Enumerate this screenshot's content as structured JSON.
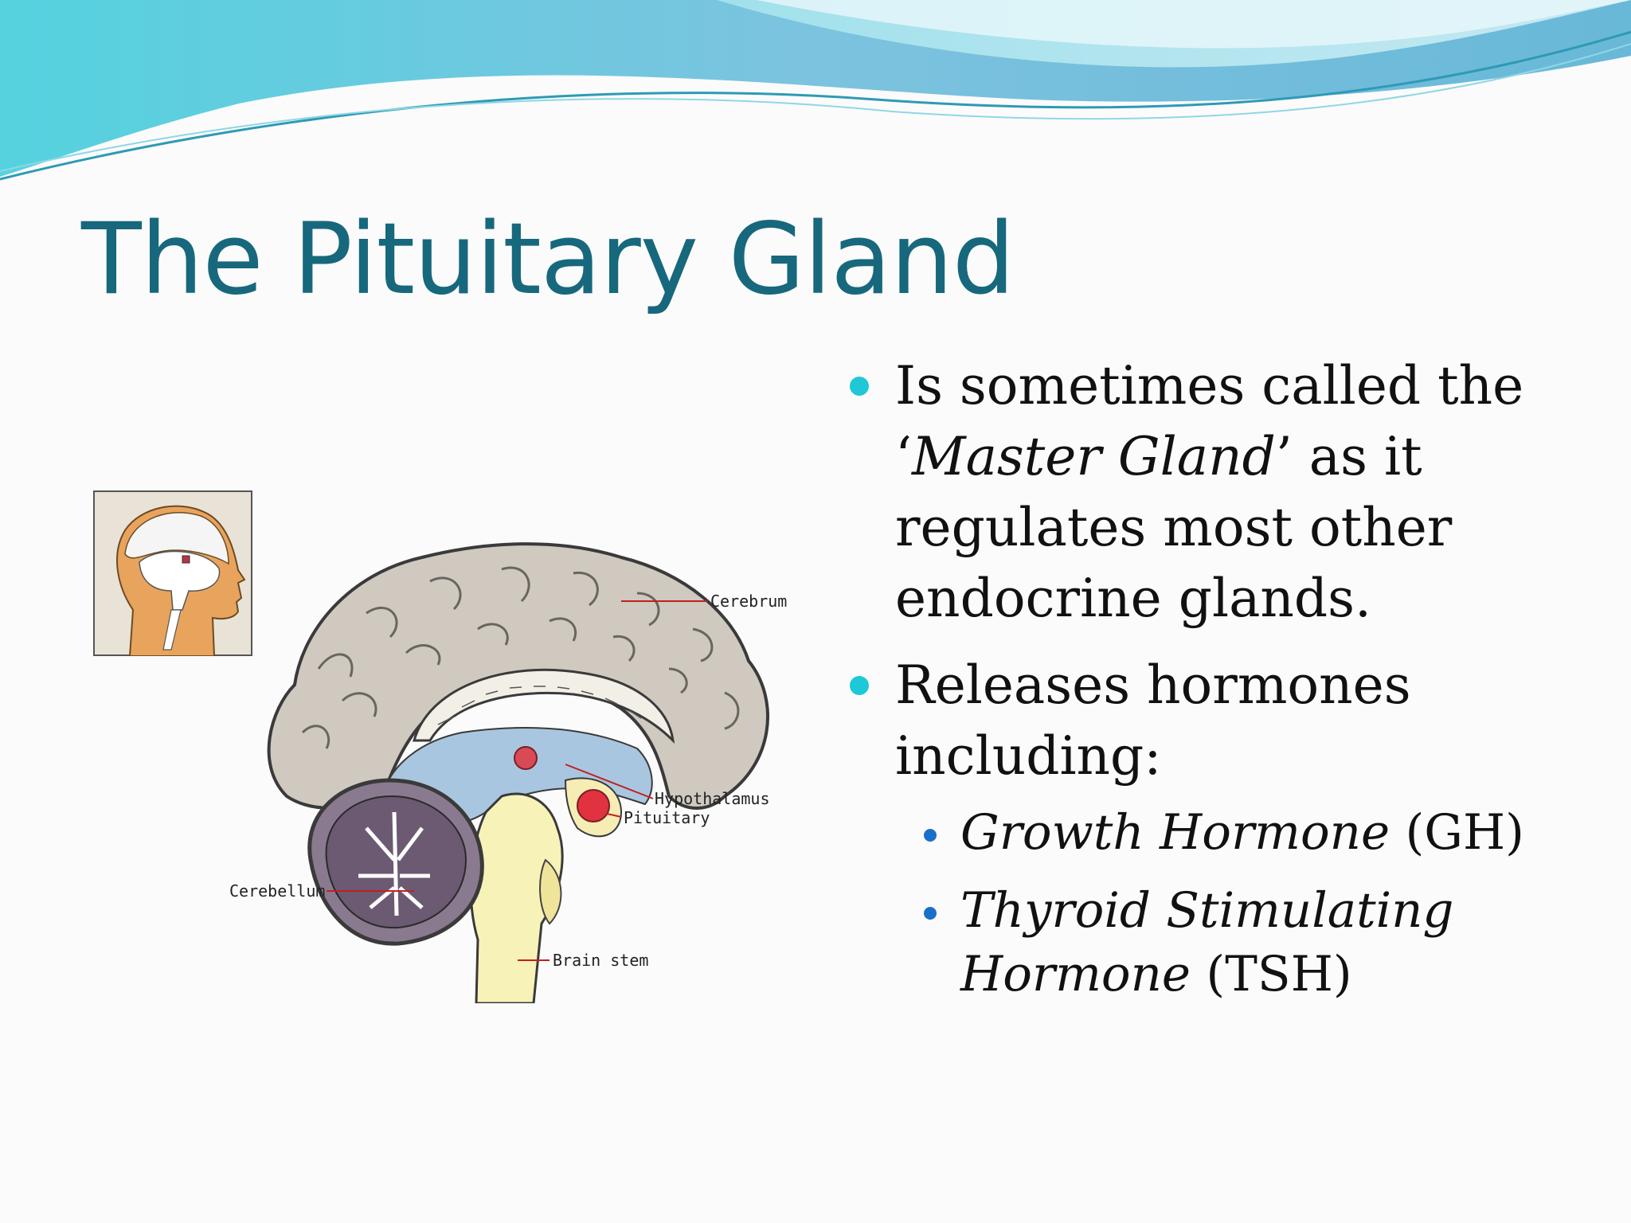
{
  "slide": {
    "title": "The Pituitary Gland",
    "colors": {
      "title": "#17687d",
      "bullet": "#1ec8d6",
      "sub_bullet": "#1a70c8"
    }
  },
  "figure": {
    "labels": {
      "cerebrum": "Cerebrum",
      "hypothalamus": "Hypothalamus",
      "pituitary": "Pituitary",
      "cerebellum": "Cerebellum",
      "brain_stem": "Brain stem"
    }
  },
  "bullets": [
    {
      "quote_open": "‘",
      "emphasis": "Master Gland",
      "line_start": "Is sometimes called the",
      "line_rest": "’ as it regulates most other endocrine glands."
    },
    {
      "text": "Releases hormones including:",
      "subs": [
        {
          "emphasis": "Growth Hormone",
          "rest": " (GH)"
        },
        {
          "emphasis": "Thyroid Stimulating Hormone",
          "rest": " (TSH)"
        }
      ]
    }
  ]
}
